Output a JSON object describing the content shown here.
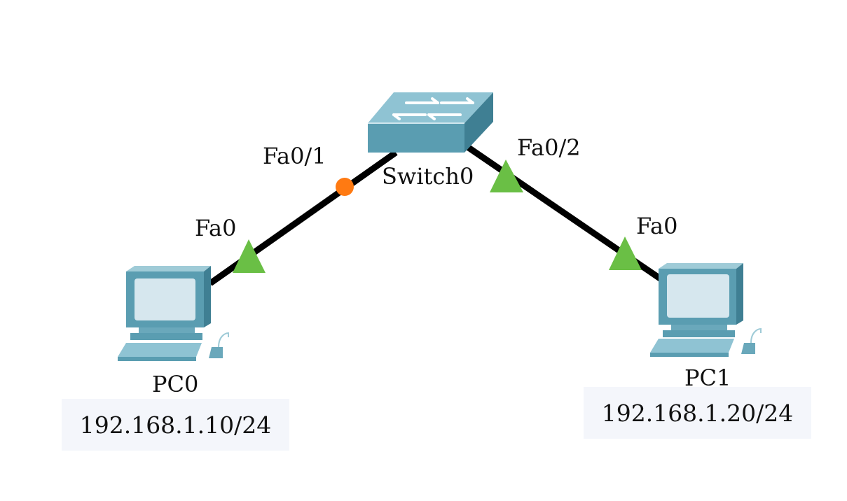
{
  "devices": {
    "switch": {
      "name": "Switch0"
    },
    "pc0": {
      "name": "PC0",
      "ip": "192.168.1.10/24"
    },
    "pc1": {
      "name": "PC1",
      "ip": "192.168.1.20/24"
    }
  },
  "links": [
    {
      "from": "PC0",
      "from_port": "Fa0",
      "to": "Switch0",
      "to_port": "Fa0/1",
      "pc_end_status": "up",
      "switch_end_status": "blocking"
    },
    {
      "from": "PC1",
      "from_port": "Fa0",
      "to": "Switch0",
      "to_port": "Fa0/2",
      "pc_end_status": "up",
      "switch_end_status": "up"
    }
  ],
  "colors": {
    "link_up": "#6abf45",
    "link_orange": "#ff7a12",
    "cable": "#000000",
    "device_teal": "#5a9db1",
    "ip_background": "#f4f6fb"
  }
}
